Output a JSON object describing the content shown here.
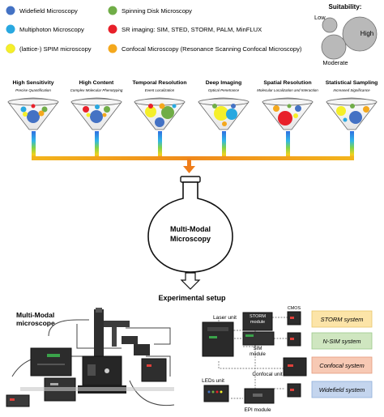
{
  "legend": {
    "items": [
      {
        "label": "Widefield Microscopy",
        "color": "#4472c4"
      },
      {
        "label": "Spinning Disk Microscopy",
        "color": "#70ad47"
      },
      {
        "label": "Multiphoton Microscopy",
        "color": "#29a8e0"
      },
      {
        "label": "SR imaging: SIM, STED, STORM, PALM, MinFLUX",
        "color": "#e8202a"
      },
      {
        "label": "(lattice-) SPIM microscopy",
        "color": "#f5ef2a"
      },
      {
        "label": "Confocal Microscopy (Resonance Scanning Confocal Microscopy)",
        "color": "#f4a81d"
      }
    ]
  },
  "suitability": {
    "title": "Suitability:",
    "low": "Low",
    "high": "High",
    "moderate": "Moderate"
  },
  "funnels": [
    {
      "title": "High Sensitivity",
      "subtitle": "Precise Quantification"
    },
    {
      "title": "High Content",
      "subtitle": "Complex Molecular Phenotyping"
    },
    {
      "title": "Temporal Resolution",
      "subtitle": "Event Localization"
    },
    {
      "title": "Deep Imaging",
      "subtitle": "Optical Penetrance"
    },
    {
      "title": "Spatial Resolution",
      "subtitle": "Molecular Localization and Interaction"
    },
    {
      "title": "Statistical Sampling",
      "subtitle": "Increased Significance"
    }
  ],
  "flask": {
    "line1": "Multi-Modal",
    "line2": "Microscopy"
  },
  "experimental_setup": "Experimental setup",
  "microscope": {
    "line1": "Multi-Modal",
    "line2": "microscope"
  },
  "setup_labels": {
    "laser_unit": "Laser unit",
    "storm_module_1": "STORM",
    "storm_module_2": "module",
    "cmos": "CMOS",
    "sim_module_1": "SIM",
    "sim_module_2": "module",
    "confocal_unit": "Confocal unit",
    "leds_unit": "LEDs unit",
    "epi_module": "EPI module"
  },
  "systems": [
    {
      "label": "STORM system",
      "fill": "#fce4a8",
      "stroke": "#e8c66a"
    },
    {
      "label": "N-SIM system",
      "fill": "#cfe6c0",
      "stroke": "#9cc98a"
    },
    {
      "label": "Confocal system",
      "fill": "#f7c9b4",
      "stroke": "#e49b7c"
    },
    {
      "label": "Widefield system",
      "fill": "#c4d5ee",
      "stroke": "#8eaedb"
    }
  ]
}
